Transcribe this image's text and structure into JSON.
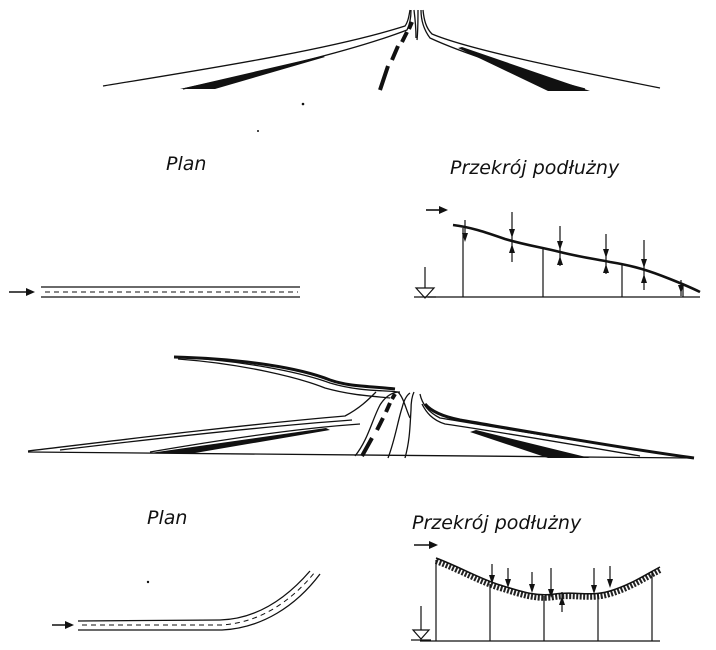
{
  "figures": [
    {
      "plan_label": "Plan",
      "profile_label": "Przekrój podłużny"
    },
    {
      "plan_label": "Plan",
      "profile_label": "Przekrój podłużny"
    }
  ],
  "ink_color": "#111111",
  "icons": [
    "direction-arrow-icon",
    "datum-level-icon"
  ]
}
